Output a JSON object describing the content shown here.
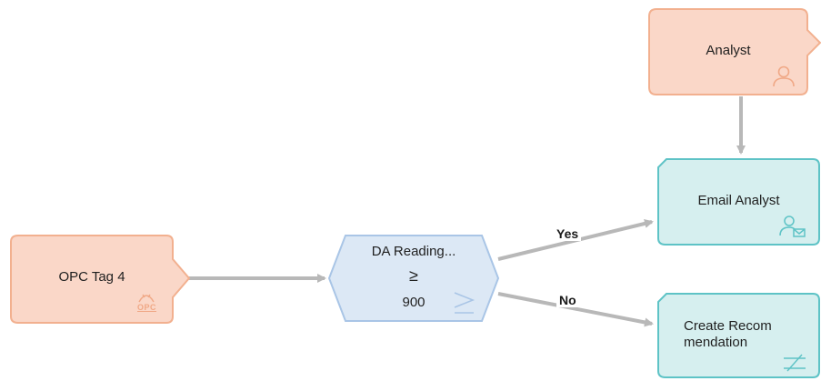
{
  "nodes": {
    "analyst": {
      "label": "Analyst",
      "icon": "user-icon",
      "fill": "#fad7c8",
      "stroke": "#f2b08f"
    },
    "opc_tag": {
      "label": "OPC Tag 4",
      "icon": "opc-sensor-icon",
      "icon_text": "OPC",
      "fill": "#fad7c8",
      "stroke": "#f2b08f"
    },
    "decision": {
      "line1": "DA Reading...",
      "operator": "≥",
      "value": "900",
      "icon": "greater-equal-icon",
      "fill": "#dce8f5",
      "stroke": "#a9c5e6"
    },
    "email": {
      "label": "Email Analyst",
      "icon": "user-mail-icon",
      "fill": "#d6efef",
      "stroke": "#5ec3c6"
    },
    "create_rec": {
      "label_line1": "Create Recom",
      "label_line2": "mendation",
      "icon": "recommendation-icon",
      "fill": "#d6efef",
      "stroke": "#5ec3c6"
    }
  },
  "edges": {
    "yes_label": "Yes",
    "no_label": "No",
    "color": "#b8b8b8"
  }
}
